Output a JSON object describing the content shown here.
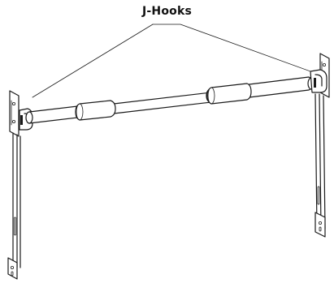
{
  "callout": {
    "label": "J-Hooks",
    "color": "#111111"
  },
  "drawing": {
    "line_color": "#1a1a1a",
    "background": "#ffffff",
    "parts": [
      "bracket-left",
      "bracket-right",
      "tube-bar",
      "foam-pad-left",
      "foam-pad-right",
      "j-hook-left",
      "j-hook-right"
    ]
  }
}
